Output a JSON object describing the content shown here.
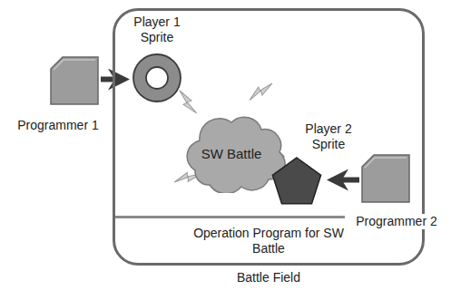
{
  "diagram": {
    "nodes": [
      {
        "text": [
          "Battle Field"
        ]
      },
      {
        "text": [
          "Operation Program for SW Battle"
        ],
        "in": 0
      },
      {
        "text": [
          "Player 1 Sprite"
        ],
        "in": 0
      },
      {
        "text": [
          "SW Battle"
        ],
        "in": 0
      },
      {
        "text": [
          "Player 2 Sprite"
        ],
        "in": 0
      },
      {
        "text": [
          "Programmer 1"
        ]
      },
      {
        "text": [
          "Programmer 2"
        ]
      }
    ],
    "edges": [
      {
        "from": 5,
        "to": 2,
        "arrow": "to"
      },
      {
        "from": 6,
        "to": 4,
        "arrow": "to"
      }
    ]
  }
}
